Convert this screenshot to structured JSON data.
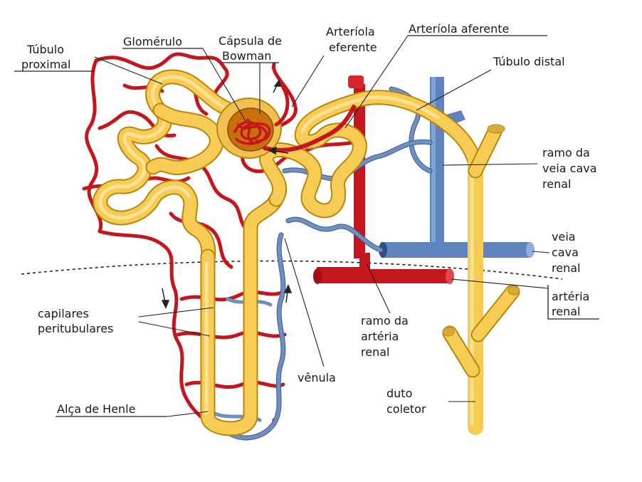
{
  "labels": {
    "tubulo_proximal_1": "Túbulo",
    "tubulo_proximal_2": "proximal",
    "glomerulo": "Glomérulo",
    "capsula_1": "Cápsula de",
    "capsula_2": "Bowman",
    "arteriola_eferente_1": "Arteríola",
    "arteriola_eferente_2": "eferente",
    "arteriola_aferente": "Arteríola aferente",
    "tubulo_distal": "Túbulo distal",
    "ramo_veia_1": "ramo da",
    "ramo_veia_2": "veia cava",
    "ramo_veia_3": "renal",
    "veia_cava_1": "veia",
    "veia_cava_2": "cava",
    "veia_cava_3": "renal",
    "arteria_renal_1": "artéria",
    "arteria_renal_2": "renal",
    "ramo_arteria_1": "ramo da",
    "ramo_arteria_2": "artéria",
    "ramo_arteria_3": "renal",
    "capilares_1": "capilares",
    "capilares_2": "peritubulares",
    "venula": "vênula",
    "duto_1": "duto",
    "duto_2": "coletor",
    "alca_henle": "Alça de Henle"
  },
  "colors": {
    "tubule": "#f7cc55",
    "artery": "#c4161c",
    "vein": "#6f8fc0"
  }
}
